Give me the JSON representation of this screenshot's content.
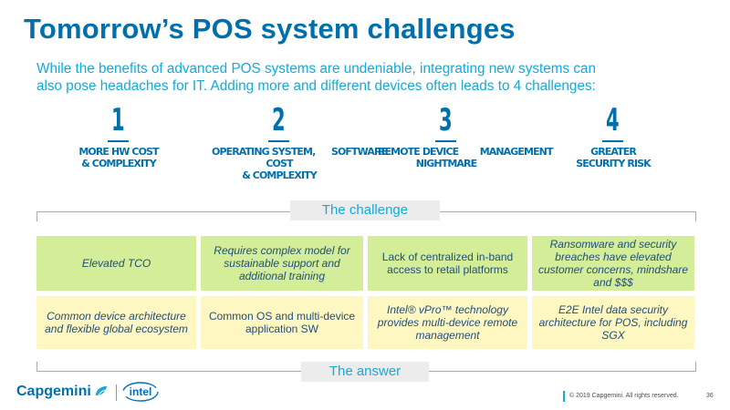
{
  "slide": {
    "title": "Tomorrow’s POS system challenges",
    "intro": [
      "While the benefits of advanced POS systems are undeniable, integrating new systems can",
      "also pose headaches for IT. Adding more and different devices often leads to 4 challenges:"
    ]
  },
  "challenges": [
    {
      "number": "1",
      "label_lines": [
        "MORE HW COST",
        "& COMPLEXITY"
      ]
    },
    {
      "number": "2",
      "label_lines": [
        "OPERATING SYSTEM,      SOFTWARE",
        "COST",
        "& COMPLEXITY"
      ]
    },
    {
      "number": "3",
      "label_lines": [
        "REMOTE DEVICE        MANAGEMENT",
        "NIGHTMARE"
      ]
    },
    {
      "number": "4",
      "label_lines": [
        "GREATER",
        "SECURITY RISK"
      ]
    }
  ],
  "table": {
    "challenge_heading": "The challenge",
    "answer_heading": "The answer",
    "challenge_row": [
      "Elevated TCO",
      "Requires complex model for sustainable support and additional training",
      "Lack of centralized in-band access to retail platforms",
      "Ransomware and security breaches have elevated customer concerns, mindshare and $$$"
    ],
    "answer_row": [
      "Common device architecture and flexible global ecosystem",
      "Common OS and multi-device application SW",
      "Intel® vPro™ technology provides multi-device remote management",
      "E2E Intel data security architecture for POS, including SGX"
    ]
  },
  "footer": {
    "brand": "Capgemini",
    "partner": "intel",
    "copyright": "© 2019 Capgemini. All rights reserved.",
    "page_number": "36"
  },
  "colors": {
    "title_blue": "#0070AD",
    "accent_cyan": "#12ABDB",
    "challenge_green": "#D4ED98",
    "answer_yellow": "#FFF7C2"
  }
}
